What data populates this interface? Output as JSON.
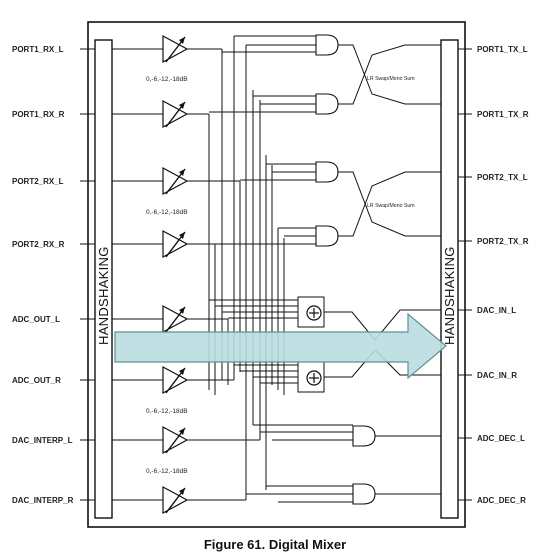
{
  "inputs": [
    "PORT1_RX_L",
    "PORT1_RX_R",
    "PORT2_RX_L",
    "PORT2_RX_R",
    "ADC_OUT_L",
    "ADC_OUT_R",
    "DAC_INTERP_L",
    "DAC_INTERP_R"
  ],
  "outputs": [
    "PORT1_TX_L",
    "PORT1_TX_R",
    "PORT2_TX_L",
    "PORT2_TX_R",
    "DAC_IN_L",
    "DAC_IN_R",
    "ADC_DEC_L",
    "ADC_DEC_R"
  ],
  "attenuation_labels": [
    "0,-6,-12,-18dB",
    "0,-6,-12,-18dB",
    "0,-6,-12,-18dB",
    "0,-6,-12,-18dB"
  ],
  "handshaking_label": "HANDSHAKING",
  "swap_labels": [
    "LR Swap/Mono Sum",
    "LR Swap/Mono Sum"
  ],
  "caption": "Figure 61.  Digital Mixer",
  "colors": {
    "line": "#111111",
    "arrow_fill": "#b9dde1",
    "arrow_stroke": "#5f8f95"
  }
}
